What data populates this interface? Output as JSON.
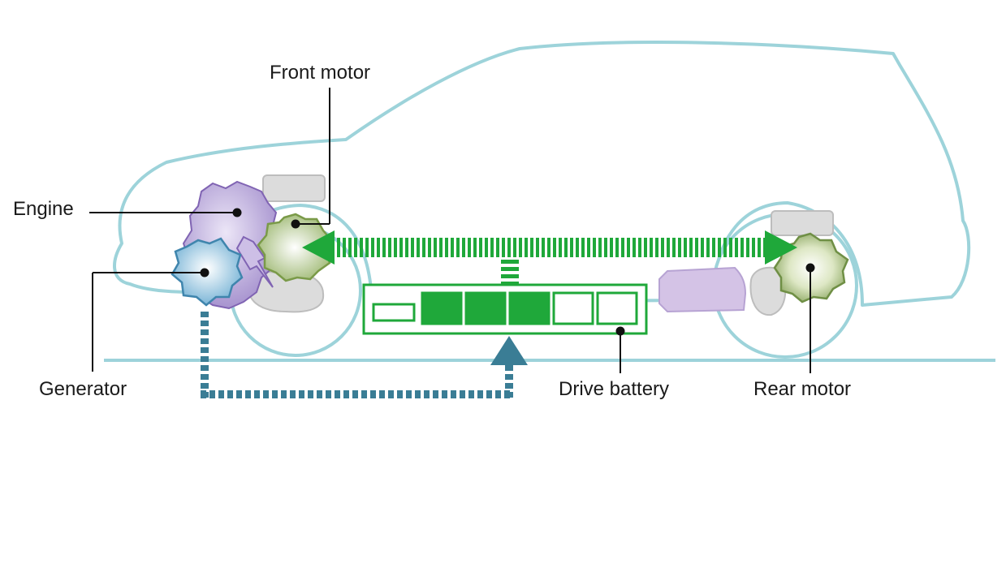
{
  "labels": {
    "front_motor": "Front motor",
    "engine": "Engine",
    "generator": "Generator",
    "drive_battery": "Drive battery",
    "rear_motor": "Rear motor"
  },
  "battery": {
    "cells_total": 5,
    "cells_charged": 3
  },
  "colors": {
    "car_outline": "#9dd3da",
    "power_flow": "#1fa83a",
    "charge_flow": "#3a7d95",
    "engine": "#9b85c8",
    "generator": "#7ab8d9",
    "motor": "#a9c07f",
    "component_grey": "#d9d9d9",
    "leader_line": "#111111"
  },
  "icons": [
    "engine-icon",
    "generator-icon",
    "front-motor-icon",
    "rear-motor-icon",
    "lightning-icon",
    "drive-battery-icon"
  ]
}
